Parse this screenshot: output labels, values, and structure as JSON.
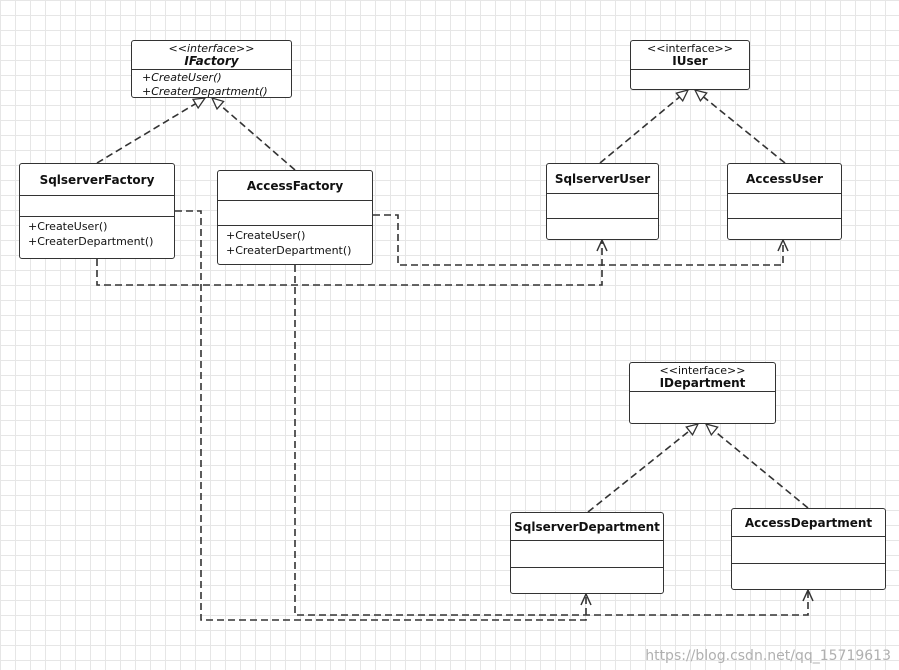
{
  "classes": {
    "ifactory": {
      "stereotype": "<<interface>>",
      "name": "IFactory",
      "ops": [
        "+CreateUser()",
        "+CreaterDepartment()"
      ]
    },
    "iuser": {
      "stereotype": "<<interface>>",
      "name": "IUser"
    },
    "idepartment": {
      "stereotype": "<<interface>>",
      "name": "IDepartment"
    },
    "sqlserver_factory": {
      "name": "SqlserverFactory",
      "ops": [
        "+CreateUser()",
        "+CreaterDepartment()"
      ]
    },
    "access_factory": {
      "name": "AccessFactory",
      "ops": [
        "+CreateUser()",
        "+CreaterDepartment()"
      ]
    },
    "sqlserver_user": {
      "name": "SqlserverUser"
    },
    "access_user": {
      "name": "AccessUser"
    },
    "sqlserver_department": {
      "name": "SqlserverDepartment"
    },
    "access_department": {
      "name": "AccessDepartment"
    }
  },
  "watermark": "https://blog.csdn.net/qq_15719613"
}
